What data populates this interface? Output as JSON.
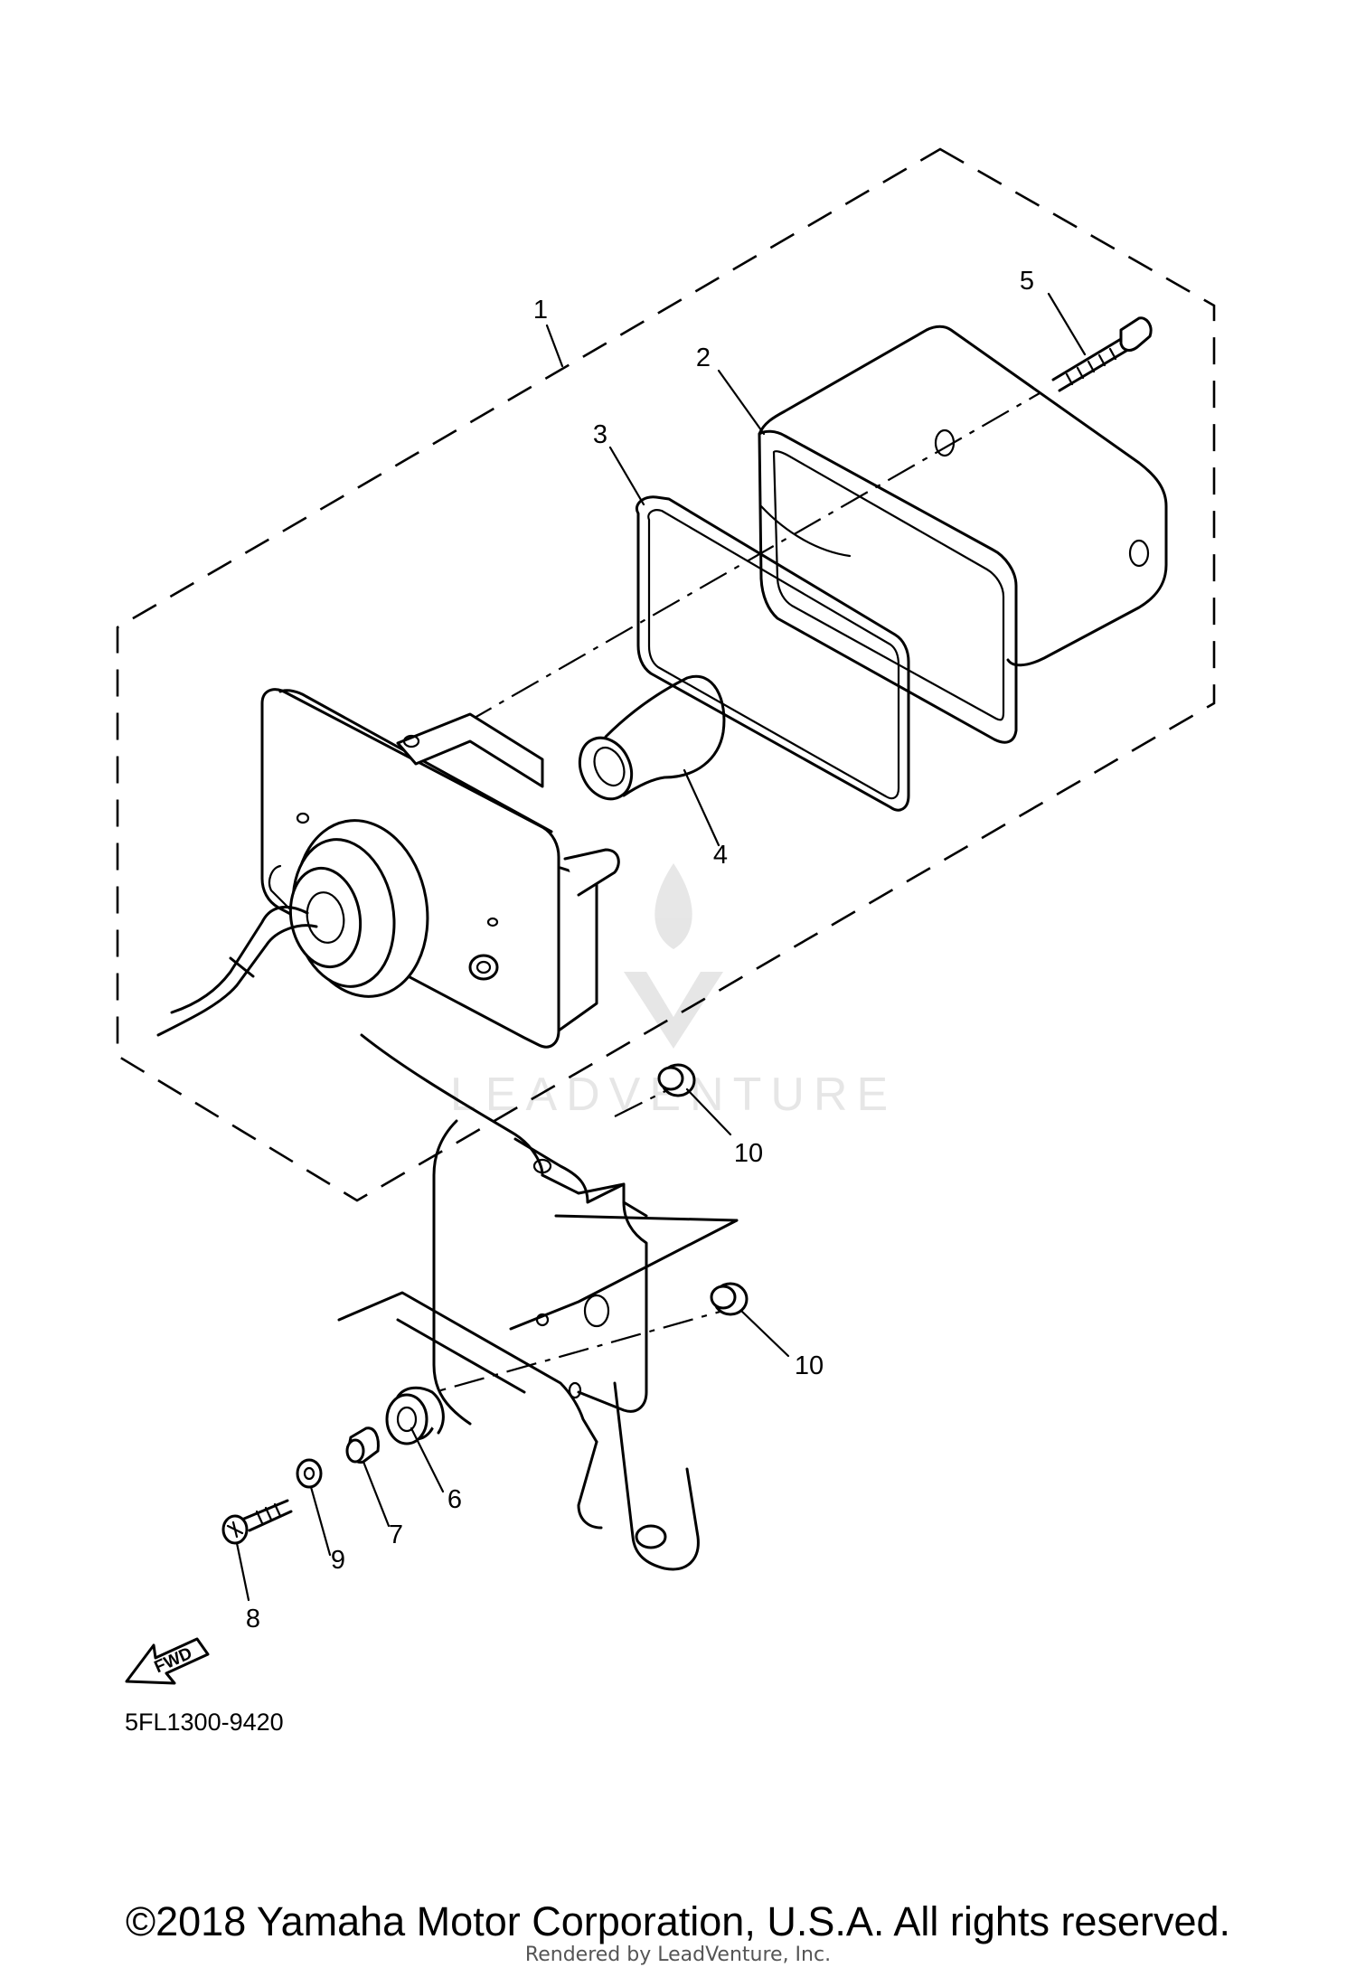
{
  "diagram": {
    "callouts": [
      {
        "id": "1",
        "label": "1"
      },
      {
        "id": "2",
        "label": "2"
      },
      {
        "id": "3",
        "label": "3"
      },
      {
        "id": "4",
        "label": "4"
      },
      {
        "id": "5",
        "label": "5"
      },
      {
        "id": "6",
        "label": "6"
      },
      {
        "id": "7",
        "label": "7"
      },
      {
        "id": "8",
        "label": "8"
      },
      {
        "id": "9",
        "label": "9"
      },
      {
        "id": "10a",
        "label": "10"
      },
      {
        "id": "10b",
        "label": "10"
      }
    ],
    "fwd_label": "FWD",
    "code": "5FL1300-9420",
    "watermark": "LEADVENTURE"
  },
  "footer": {
    "copyright": "©2018 Yamaha Motor Corporation, U.S.A. All rights reserved.",
    "rendered_by": "Rendered by LeadVenture, Inc."
  }
}
